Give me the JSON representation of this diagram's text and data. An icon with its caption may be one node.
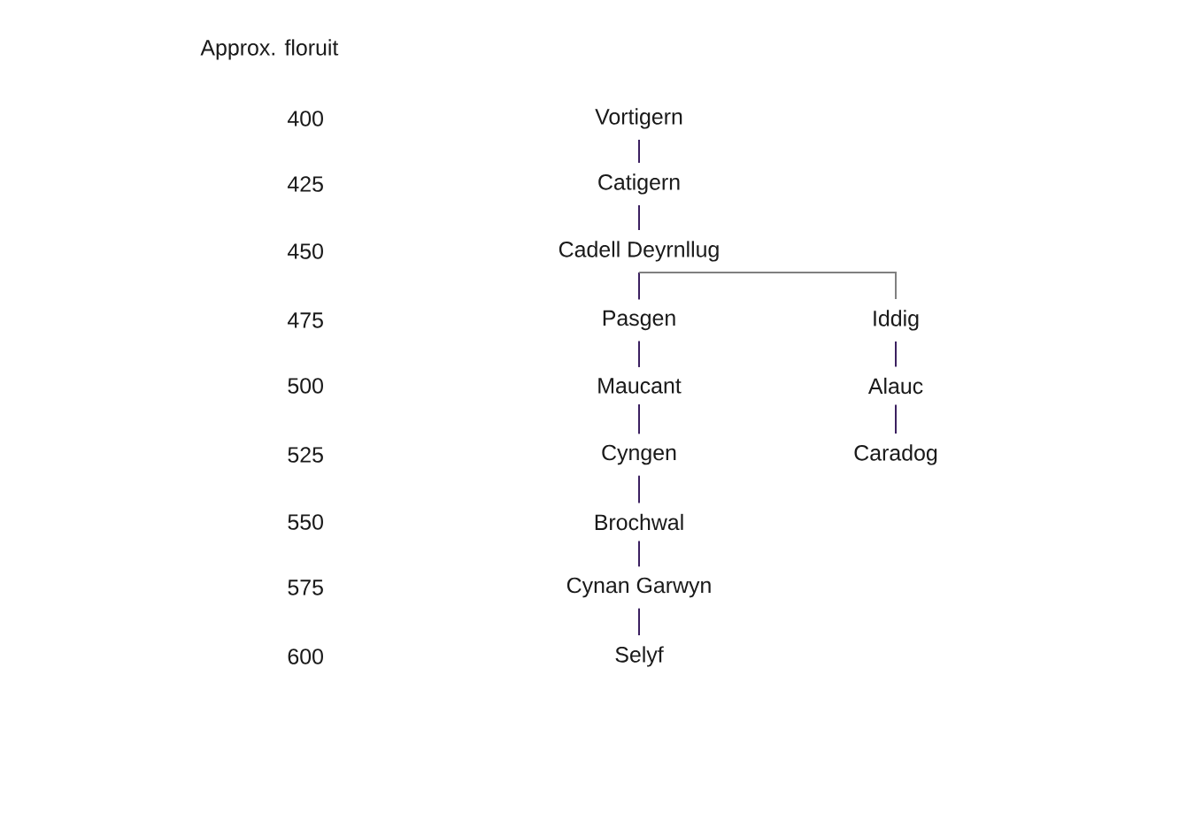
{
  "diagram": {
    "nodes": [
      {
        "text": [
          "Vortigern"
        ]
      },
      {
        "text": [
          "Catigern"
        ]
      },
      {
        "text": [
          "Cadell Deyrnllug"
        ]
      },
      {
        "text": [
          "Pasgen"
        ]
      },
      {
        "text": [
          "Iddig"
        ]
      },
      {
        "text": [
          "Maucant"
        ]
      },
      {
        "text": [
          "Alauc"
        ]
      },
      {
        "text": [
          "Cyngen"
        ]
      },
      {
        "text": [
          "Caradog"
        ]
      },
      {
        "text": [
          "Brochwal"
        ]
      },
      {
        "text": [
          "Cynan Garwyn"
        ]
      },
      {
        "text": [
          "Selyf"
        ]
      }
    ],
    "edges": [
      {
        "from": 0,
        "to": 1,
        "arrow": "none"
      },
      {
        "from": 1,
        "to": 2,
        "arrow": "none"
      },
      {
        "from": 2,
        "to": 3,
        "arrow": "none"
      },
      {
        "from": 2,
        "to": 4,
        "arrow": "none",
        "color": "#808080"
      },
      {
        "from": 3,
        "to": 5,
        "arrow": "none"
      },
      {
        "from": 4,
        "to": 6,
        "arrow": "none"
      },
      {
        "from": 5,
        "to": 7,
        "arrow": "none"
      },
      {
        "from": 6,
        "to": 8,
        "arrow": "none"
      },
      {
        "from": 7,
        "to": 9,
        "arrow": "none"
      },
      {
        "from": 9,
        "to": 10,
        "arrow": "none"
      },
      {
        "from": 10,
        "to": 11,
        "arrow": "none"
      }
    ],
    "labels": [
      "Approx. floruit",
      "400",
      "425",
      "450",
      "475",
      "500",
      "525",
      "550",
      "575",
      "600"
    ]
  }
}
